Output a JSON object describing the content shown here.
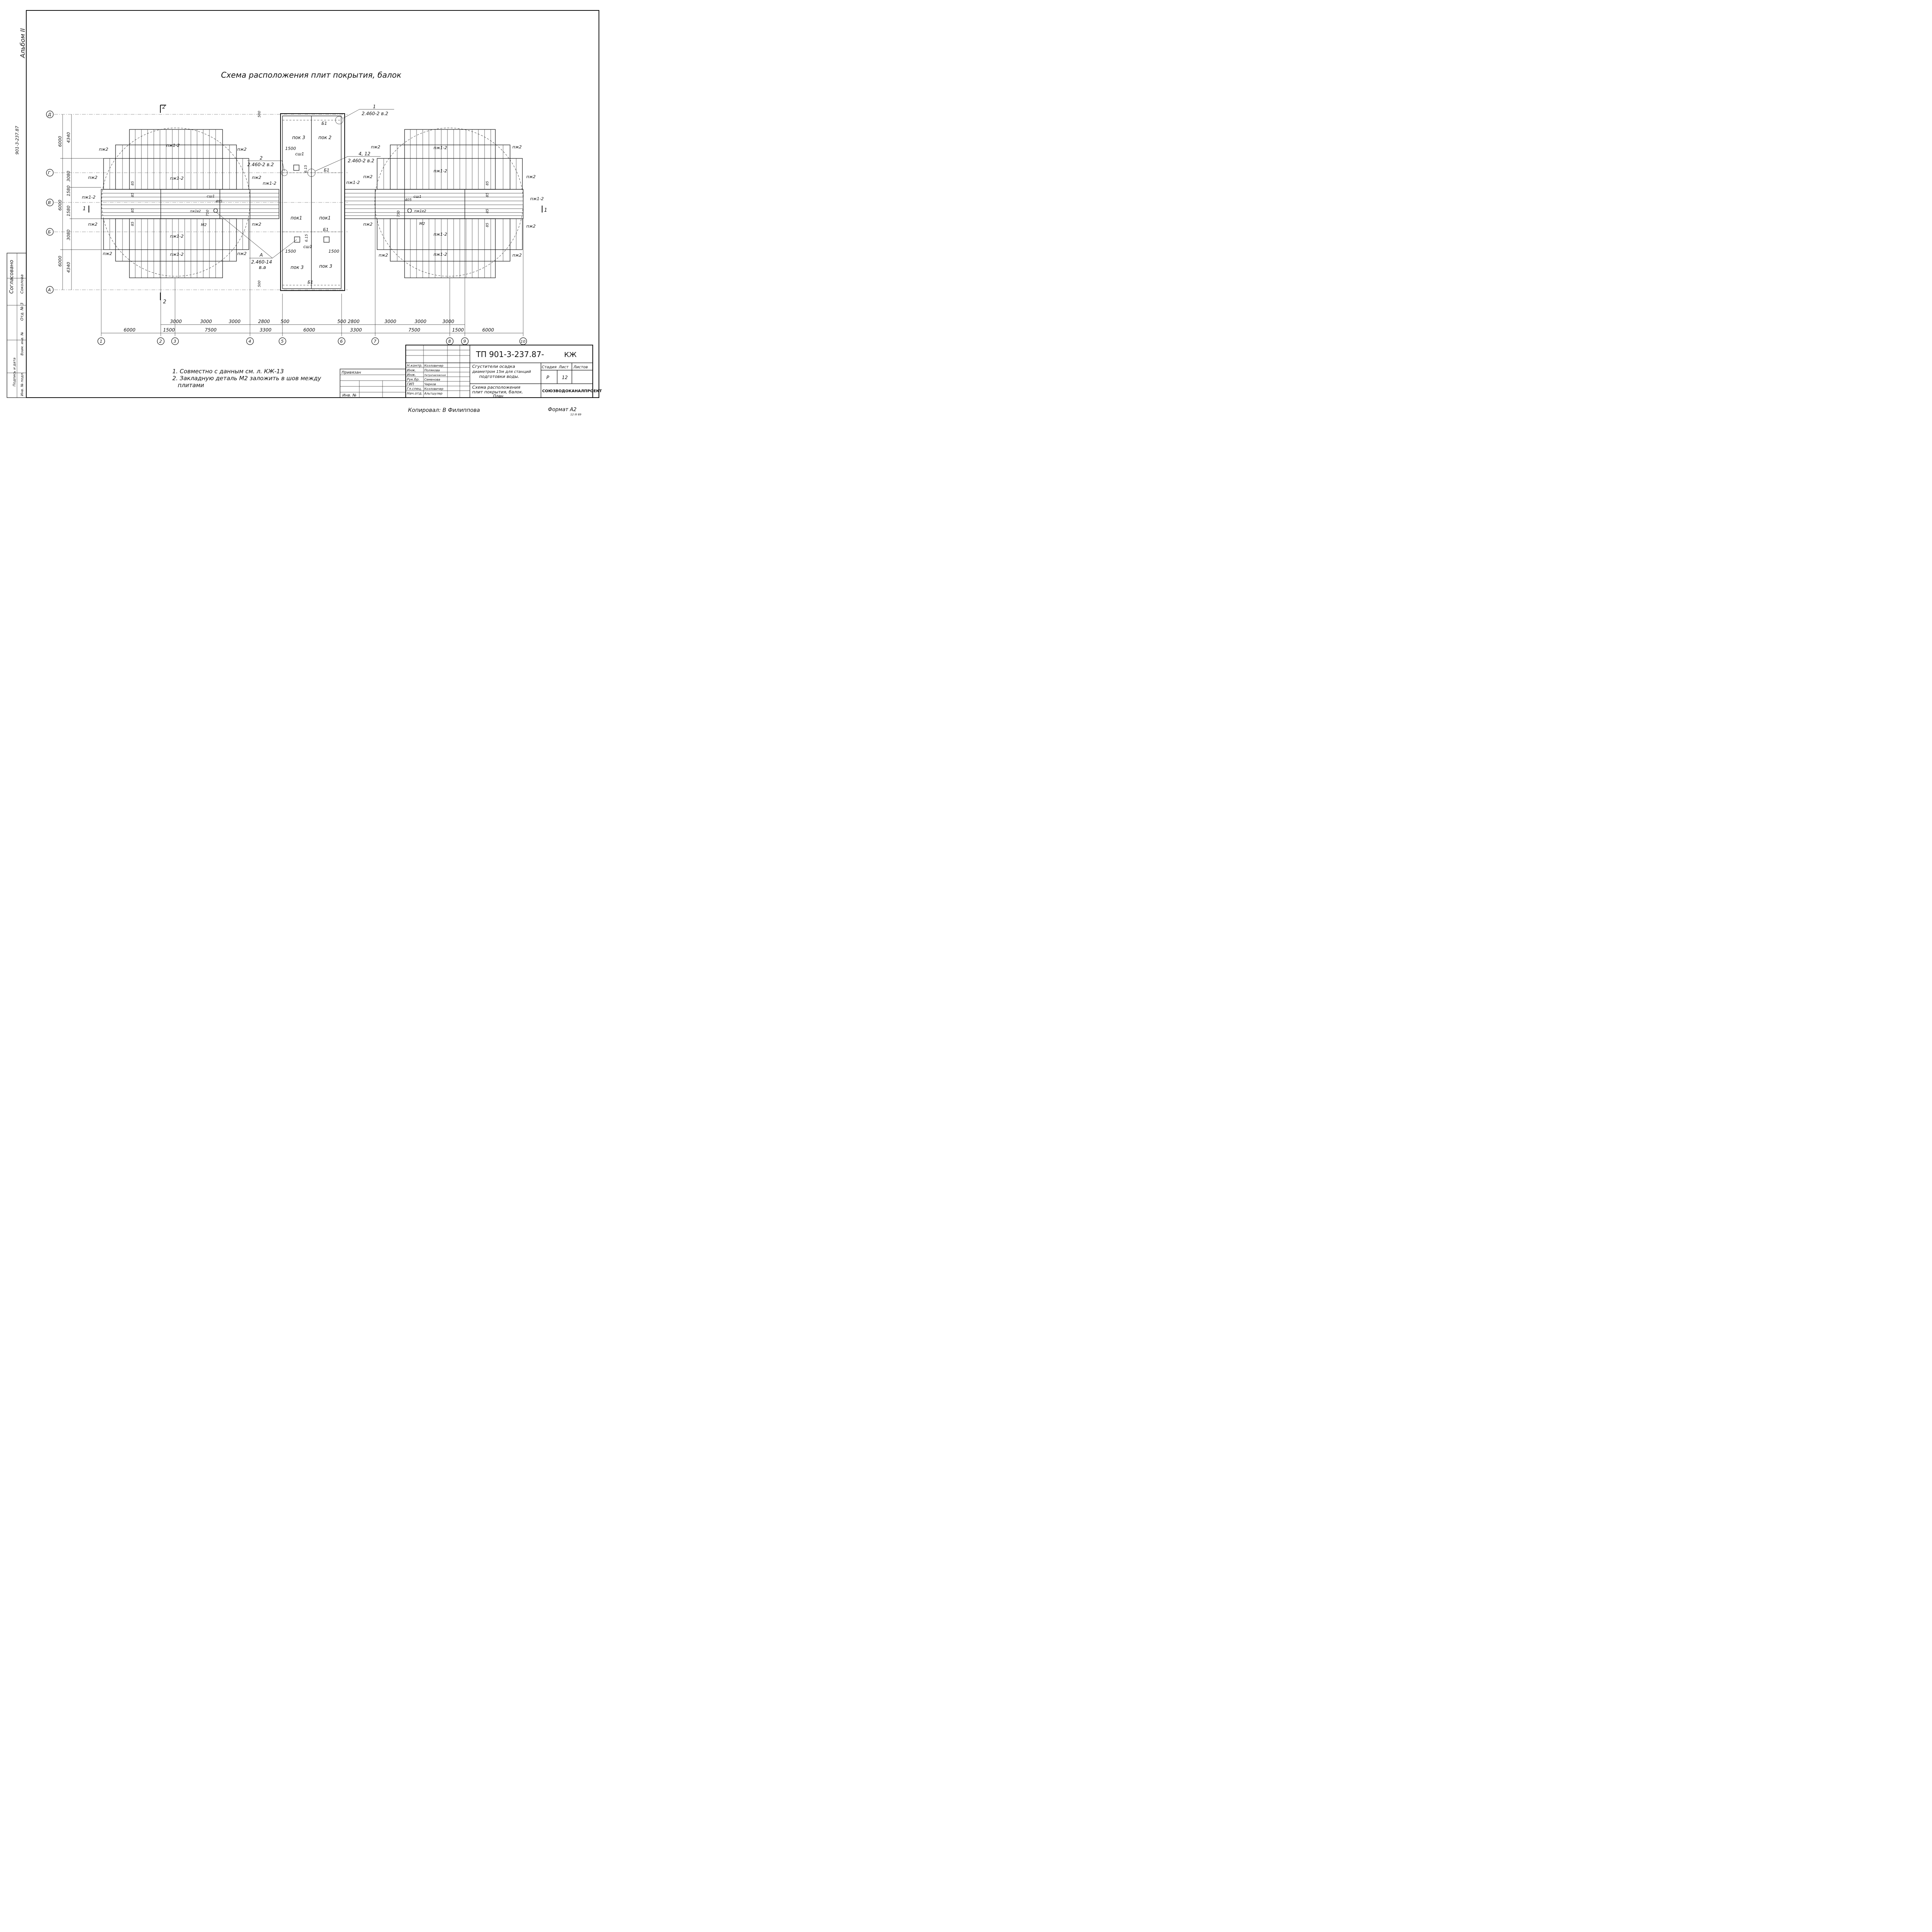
{
  "title": "Схема расположения плит покрытия, балок",
  "album": "Альбом II",
  "side_code": "901-3-237.87",
  "axes_vertical": [
    "1",
    "2",
    "3",
    "4",
    "5",
    "6",
    "7",
    "8",
    "9",
    "10"
  ],
  "axes_horizontal": [
    "Д",
    "Г",
    "В",
    "Б",
    "А"
  ],
  "dims_bottom": [
    "6000",
    "1500",
    "7500",
    "3300",
    "6000",
    "3300",
    "7500",
    "1500",
    "6000"
  ],
  "dims_bottom_upper": [
    "3000",
    "3000",
    "3000",
    "2800",
    "500",
    "500",
    "2800",
    "3000",
    "3000",
    "3000"
  ],
  "dims_left_outer": [
    "6000",
    "6000",
    "6000"
  ],
  "dims_left_inner": [
    "4340",
    "3080",
    "1580",
    "1580",
    "3080",
    "4340"
  ],
  "dim_500": "500",
  "dim_1500": "1500",
  "dim_615": "6.15",
  "dim_85": "85",
  "dim_750": "750",
  "dim_405": "405",
  "section_2": "2",
  "section_1": "1",
  "plate_labels": {
    "pzh1_2": "пж1-2",
    "pzh2": "пж2",
    "pzh1e2": "пж1е2",
    "pok1": "пок1",
    "pok2": "пок 2",
    "pok3": "пок 3",
    "b1": "Б1",
    "sh1": "сш1",
    "m2": "М2"
  },
  "callouts": {
    "c1_num": "1",
    "c1_ref": "2.460-2 в.2",
    "c2_num": "2",
    "c2_ref": "2.460-2 в.2",
    "c3_num": "4, 12",
    "c3_ref": "2.460-2 в.2",
    "cA_num": "А",
    "cA_ref": "2.460-14",
    "cA_sub": "в.а"
  },
  "notes": [
    "1. Совместно с данным см. л. КЖ-13",
    "2. Закладную деталь М2 заложить в шов между",
    "плитами"
  ],
  "stamp": {
    "doc_code": "ТП 901-3-237.87-",
    "mark": "КЖ",
    "project_lines": [
      "Сгустители осадка",
      "диаметром 15м для станций",
      "подготовки воды."
    ],
    "sheet_lines": [
      "Схема расположения",
      "плит покрытия, балок.",
      "План"
    ],
    "stage_header": "Стадия",
    "sheet_header": "Лист",
    "sheets_header": "Листов",
    "stage": "Р",
    "sheet": "12",
    "org": "СОЮЗВОДОКАНАЛПРОЕКТ",
    "privyazan": "Привязан",
    "inv_no": "Инв. №",
    "roles": [
      "Н.контр.",
      "Инж.",
      "Инж.",
      "Рук.бр.",
      "ГИП",
      "Гл.спец.",
      "Нач.отд."
    ],
    "names": [
      "Козловичер",
      "Полякова",
      "Петропавловская",
      "Семенова",
      "Чирков",
      "Козловичер",
      "Альтшулер"
    ]
  },
  "left_strip": {
    "agreed": "Согласовано",
    "dept": "Отд. № 3",
    "name": "Соколова",
    "inv_orig": "Инв. № подл.",
    "sign_date": "Подпись и дата",
    "replace_inv": "Взам. инв. №"
  },
  "copied": "Копировал: В Филиппова",
  "format": "Формат А2",
  "format_sub": "12 III 89"
}
